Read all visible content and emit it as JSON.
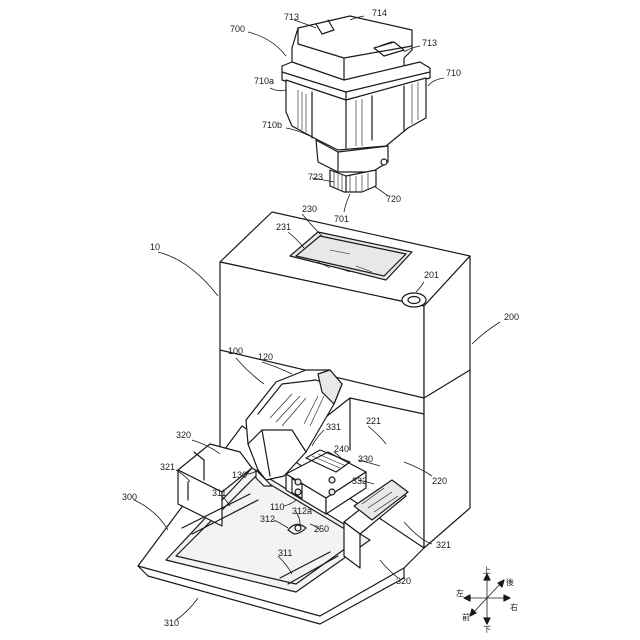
{
  "labels": [
    {
      "id": "713a",
      "text": "713"
    },
    {
      "id": "714",
      "text": "714"
    },
    {
      "id": "700",
      "text": "700"
    },
    {
      "id": "713b",
      "text": "713"
    },
    {
      "id": "710a",
      "text": "710a"
    },
    {
      "id": "710",
      "text": "710"
    },
    {
      "id": "710b",
      "text": "710b"
    },
    {
      "id": "723",
      "text": "723"
    },
    {
      "id": "720",
      "text": "720"
    },
    {
      "id": "701",
      "text": "701"
    },
    {
      "id": "230",
      "text": "230"
    },
    {
      "id": "231",
      "text": "231"
    },
    {
      "id": "10",
      "text": "10"
    },
    {
      "id": "201",
      "text": "201"
    },
    {
      "id": "200",
      "text": "200"
    },
    {
      "id": "100",
      "text": "100"
    },
    {
      "id": "120",
      "text": "120"
    },
    {
      "id": "221",
      "text": "221"
    },
    {
      "id": "320a",
      "text": "320"
    },
    {
      "id": "331",
      "text": "331"
    },
    {
      "id": "240",
      "text": "240"
    },
    {
      "id": "330",
      "text": "330"
    },
    {
      "id": "321a",
      "text": "321"
    },
    {
      "id": "130",
      "text": "130"
    },
    {
      "id": "220",
      "text": "220"
    },
    {
      "id": "332",
      "text": "332"
    },
    {
      "id": "311a",
      "text": "311"
    },
    {
      "id": "300",
      "text": "300"
    },
    {
      "id": "110",
      "text": "110"
    },
    {
      "id": "312a",
      "text": "312a"
    },
    {
      "id": "312",
      "text": "312"
    },
    {
      "id": "250",
      "text": "250"
    },
    {
      "id": "321b",
      "text": "321"
    },
    {
      "id": "311b",
      "text": "311"
    },
    {
      "id": "320b",
      "text": "320"
    },
    {
      "id": "310",
      "text": "310"
    }
  ],
  "direction_indicator": {
    "up": "上",
    "down": "下",
    "left": "左",
    "right": "右",
    "front": "前",
    "back": "後"
  }
}
